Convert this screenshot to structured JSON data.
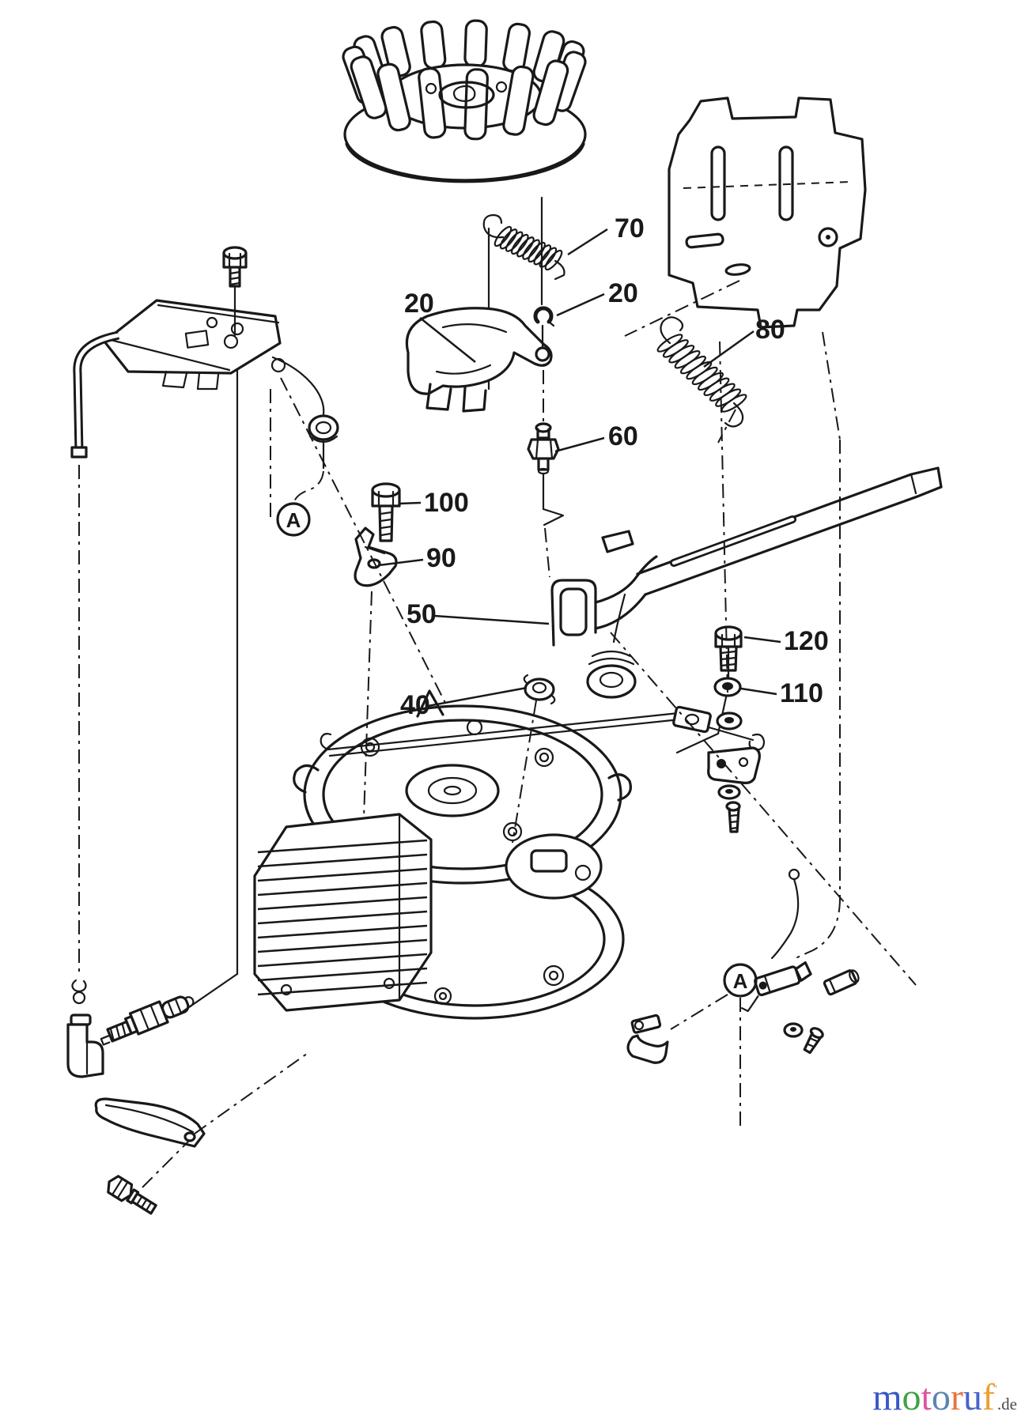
{
  "colors": {
    "background": "#ffffff",
    "ink": "#191919"
  },
  "callouts": {
    "c70": "70",
    "c20a": "20",
    "c20b": "20",
    "c60": "60",
    "c80": "80",
    "c100": "100",
    "c90": "90",
    "c50": "50",
    "c40": "40",
    "c120": "120",
    "c110": "110"
  },
  "view_markers": {
    "left": "A",
    "right": "A"
  },
  "watermark": {
    "letters": [
      {
        "ch": "m",
        "color": "#3a57c8"
      },
      {
        "ch": "o",
        "color": "#3fa244"
      },
      {
        "ch": "t",
        "color": "#e0559f"
      },
      {
        "ch": "o",
        "color": "#5b84b0"
      },
      {
        "ch": "r",
        "color": "#e8743c"
      },
      {
        "ch": "u",
        "color": "#4a63c8"
      },
      {
        "ch": "f",
        "color": "#eda02f"
      }
    ],
    "tick": "'",
    "suffix": ".de",
    "suffix_color": "#4a4a4a"
  }
}
